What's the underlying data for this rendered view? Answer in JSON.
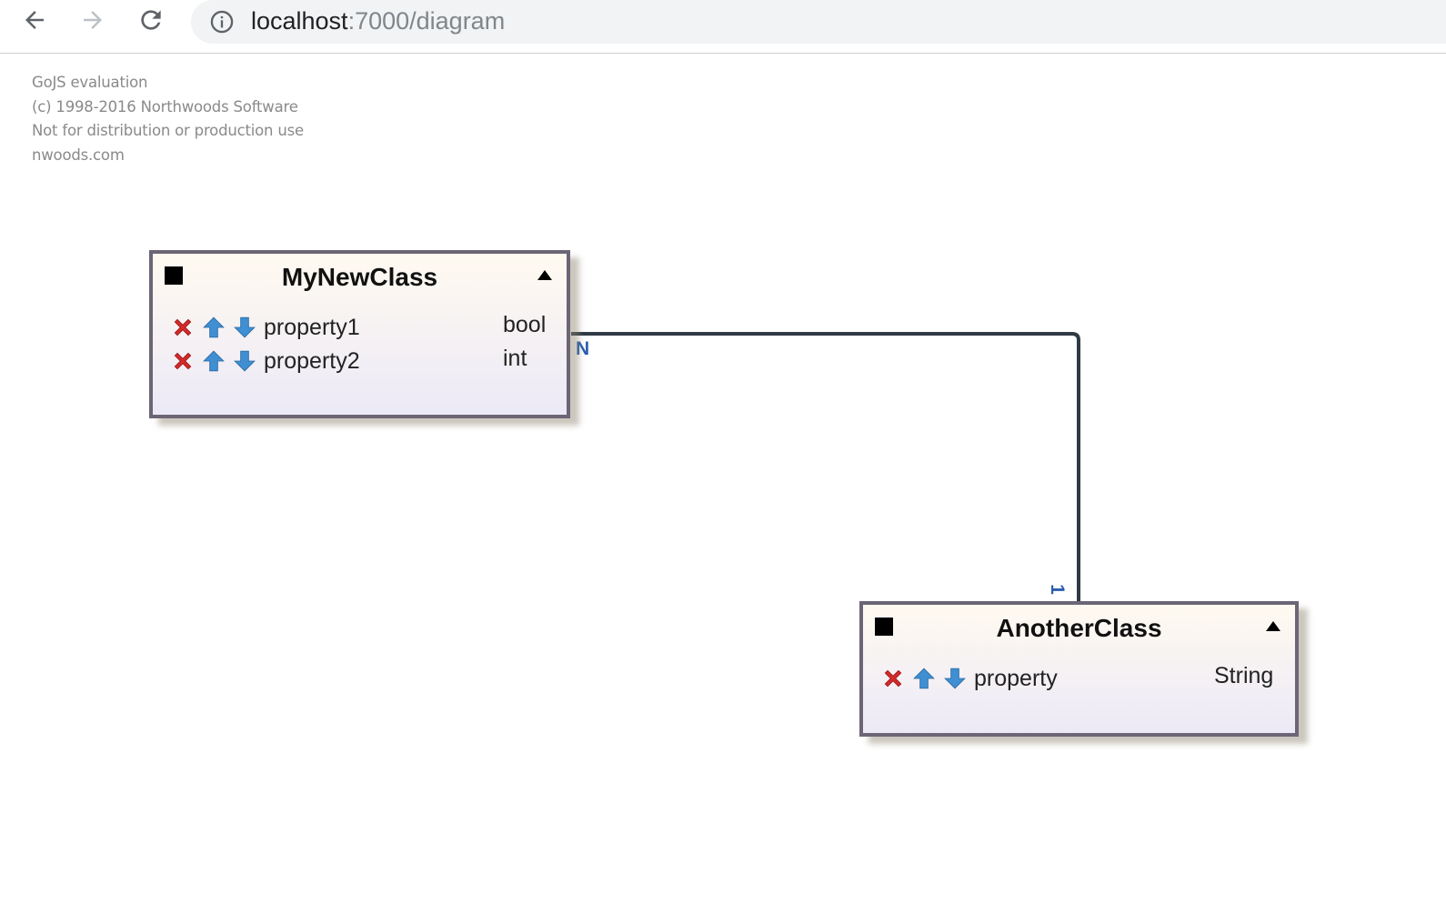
{
  "browser": {
    "url_host": "localhost",
    "url_path": ":7000/diagram"
  },
  "watermark": {
    "lines": [
      "GoJS evaluation",
      "(c) 1998-2016 Northwoods Software",
      "Not for distribution or production use",
      "nwoods.com"
    ]
  },
  "nodes": [
    {
      "title": "MyNewClass",
      "properties": [
        {
          "name": "property1",
          "type": "bool"
        },
        {
          "name": "property2",
          "type": "int"
        }
      ]
    },
    {
      "title": "AnotherClass",
      "properties": [
        {
          "name": "property",
          "type": "String"
        }
      ]
    }
  ],
  "link": {
    "from_label": "N",
    "to_label": "1"
  },
  "colors": {
    "node_border": "#6b6576",
    "link": "#2f3a44",
    "link_label": "#2a5db0",
    "delete_icon": "#d42a2a",
    "arrow_icon": "#3f8fd2"
  }
}
